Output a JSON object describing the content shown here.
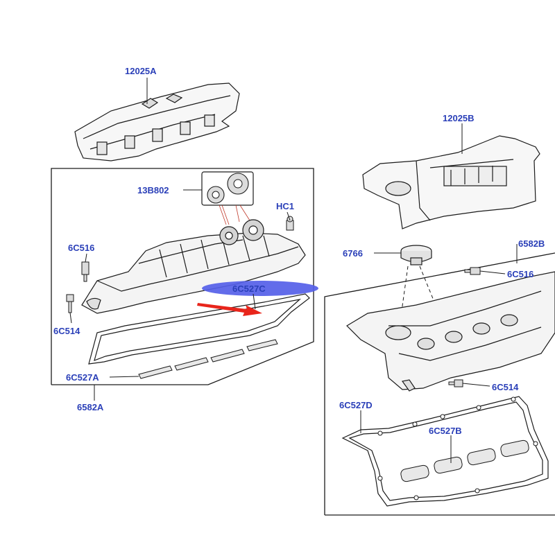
{
  "diagram": {
    "colors": {
      "label": "#2a3fb8",
      "line": "#1a1a1a",
      "highlight_ellipse": "#5560e8",
      "arrow": "#e8251b"
    },
    "labels": {
      "engine_cover_left": "12025A",
      "engine_cover_right": "12025B",
      "seal_kit": "13B802",
      "hc1": "HC1",
      "sensor_left": "6C516",
      "bolt_left": "6C514",
      "gasket_left_spark": "6C527A",
      "gasket_left_main": "6C527C",
      "valve_cover_left": "6582A",
      "oil_cap": "6766",
      "valve_cover_right": "6582B",
      "sensor_right": "6C516",
      "bolt_right": "6C514",
      "gasket_right_main": "6C527D",
      "gasket_right_spark": "6C527B"
    }
  }
}
